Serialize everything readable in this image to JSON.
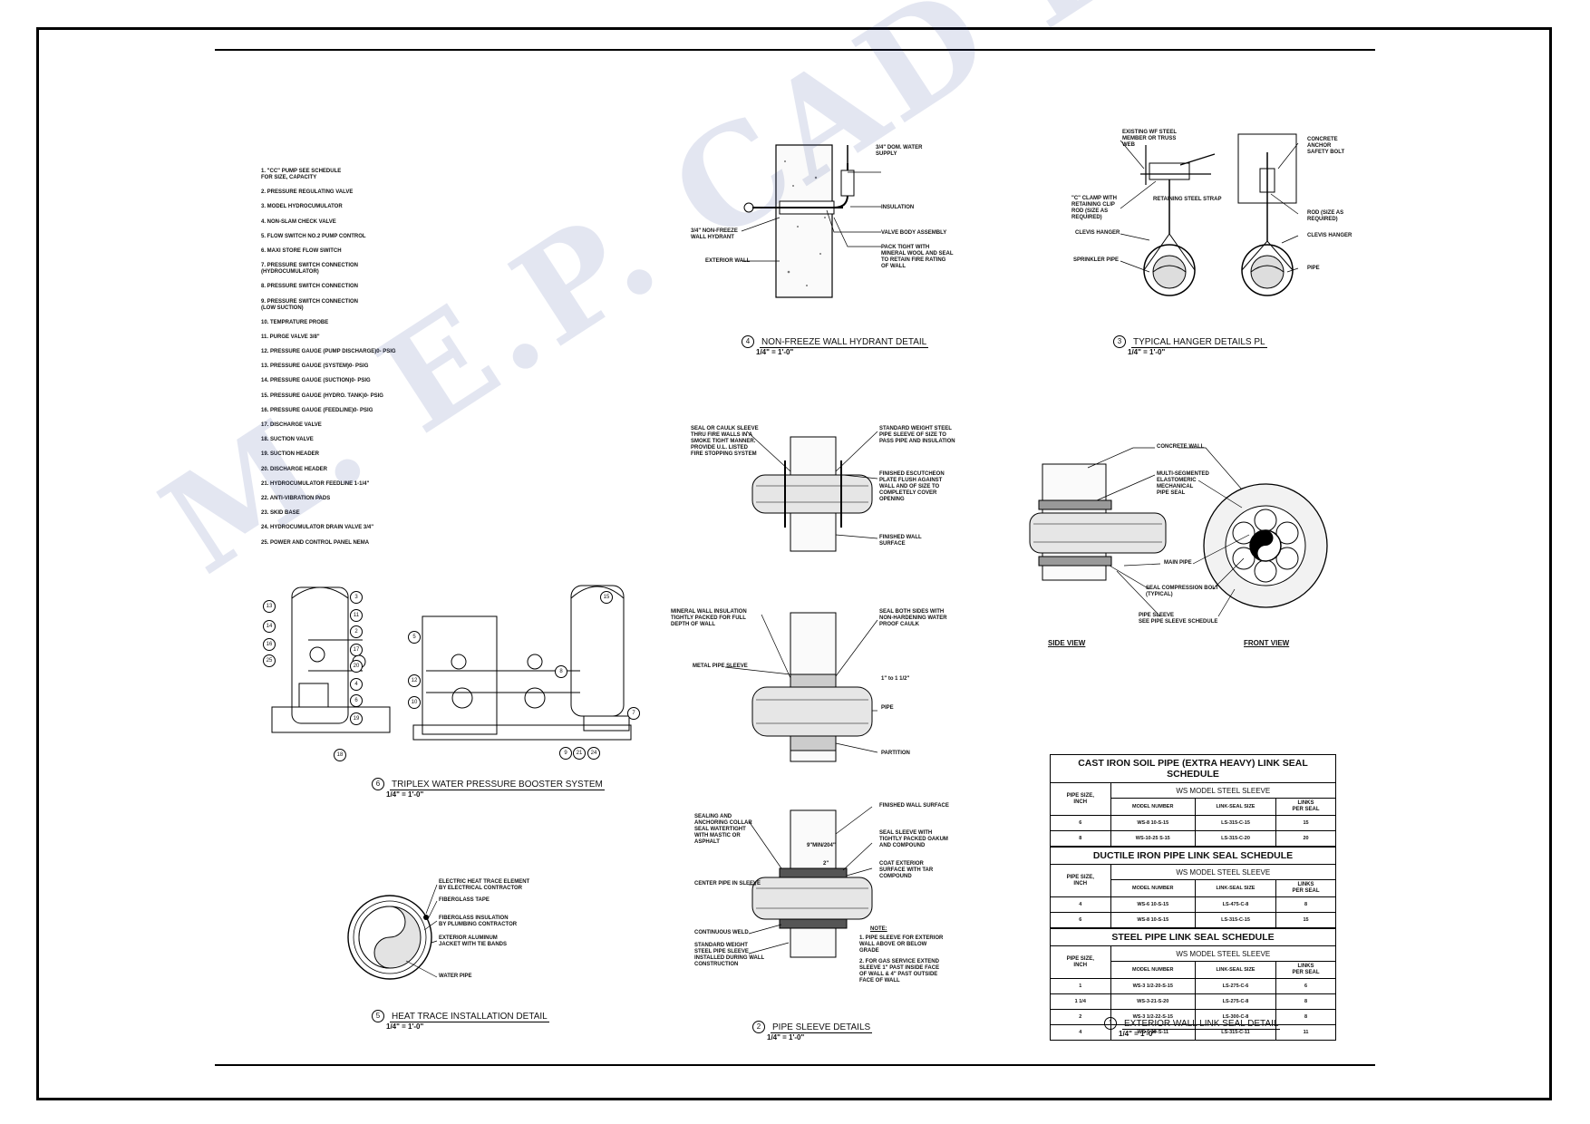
{
  "watermark": "M. E.P. CAD DESIGNZ",
  "legend": [
    "1. \"CC\" PUMP SEE SCHEDULE\n    FOR SIZE, CAPACITY",
    "2. PRESSURE REGULATING VALVE",
    "3. MODEL  HYDROCUMULATOR",
    "4. NON-SLAM CHECK VALVE",
    "5. FLOW SWITCH NO.2 PUMP CONTROL",
    "6. MAXI STORE FLOW SWITCH",
    "7. PRESSURE SWITCH CONNECTION\n    (HYDROCUMULATOR)",
    "8. PRESSURE SWITCH CONNECTION",
    "9. PRESSURE SWITCH CONNECTION\n    (LOW SUCTION)",
    "10. TEMPRATURE PROBE",
    "11. PURGE VALVE 3/8\"",
    "12. PRESSURE GAUGE (PUMP DISCHARGE)0-   PSIG",
    "13. PRESSURE GAUGE (SYSTEM)0-   PSIG",
    "14. PRESSURE GAUGE (SUCTION)0-   PSIG",
    "15. PRESSURE GAUGE (HYDRO. TANK)0-   PSIG",
    "16. PRESSURE GAUGE (FEEDLINE)0-   PSIG",
    "17. DISCHARGE VALVE",
    "18. SUCTION VALVE",
    "19. SUCTION HEADER",
    "20. DISCHARGE HEADER",
    "21. HYDROCUMULATOR FEEDLINE 1-1/4\"",
    "22. ANTI-VIBRATION PADS",
    "23. SKID BASE",
    "24. HYDROCUMULATOR DRAIN VALVE 3/4\"",
    "25. POWER AND CONTROL PANEL NEMA"
  ],
  "details": {
    "d1": {
      "num": "1",
      "title": "EXTERIOR WALL LINK SEAL DETAIL",
      "scale": "1/4\" = 1'-0\""
    },
    "d2": {
      "num": "2",
      "title": "PIPE SLEEVE DETAILS",
      "scale": "1/4\" = 1'-0\""
    },
    "d3": {
      "num": "3",
      "title": "TYPICAL HANGER DETAILS PL",
      "scale": "1/4\" = 1'-0\""
    },
    "d4": {
      "num": "4",
      "title": "NON-FREEZE WALL HYDRANT DETAIL",
      "scale": "1/4\" = 1'-0\""
    },
    "d5": {
      "num": "5",
      "title": "HEAT TRACE INSTALLATION DETAIL",
      "scale": "1/4\" = 1'-0\""
    },
    "d6": {
      "num": "6",
      "title": "TRIPLEX WATER PRESSURE BOOSTER SYSTEM",
      "scale": "1/4\" = 1'-0\""
    }
  },
  "hydrant": {
    "dom_water": "3/4\" DOM. WATER\nSUPPLY",
    "insulation": "INSULATION",
    "valve_body": "VALVE BODY ASSEMBLY",
    "pack_tight": "PACK TIGHT WITH\nMINERAL WOOL AND SEAL\nTO RETAIN FIRE RATING\nOF WALL",
    "non_freeze": "3/4\" NON-FREEZE\nWALL HYDRANT",
    "exterior_wall": "EXTERIOR WALL"
  },
  "hanger": {
    "existing_wf": "EXISTING WF STEEL\nMEMBER OR TRUSS\nWEB",
    "c_clamp": "\"C\" CLAMP WITH\nRETAINING CLIP\nROD (SIZE AS\nREQUIRED)",
    "retaining_strap": "RETAINING STEEL STRAP",
    "clevis1": "CLEVIS HANGER",
    "sprinkler_pipe": "SPRINKLER PIPE",
    "concrete_anchor": "CONCRETE\nANCHOR\nSAFETY BOLT",
    "rod": "ROD (SIZE AS\nREQUIRED)",
    "clevis2": "CLEVIS HANGER",
    "pipe": "PIPE"
  },
  "sleeve_top": {
    "seal_caulk": "SEAL OR CAULK SLEEVE\nTHRU FIRE WALLS IN A\nSMOKE TIGHT MANNER.\nPROVIDE U.L. LISTED\nFIRE STOPPING SYSTEM",
    "standard_weight": "STANDARD WEIGHT STEEL\nPIPE SLEEVE OF SIZE TO\nPASS PIPE AND INSULATION",
    "escutcheon": "FINISHED ESCUTCHEON\nPLATE FLUSH AGAINST\nWALL AND OF SIZE TO\nCOMPLETELY COVER\nOPENING",
    "finished_wall": "FINISHED WALL\nSURFACE"
  },
  "sleeve_mid": {
    "mineral_wool": "MINERAL WALL INSULATION\nTIGHTLY PACKED FOR FULL\nDEPTH OF WALL",
    "seal_both": "SEAL BOTH SIDES WITH\nNON-HARDENING WATER\nPROOF CAULK",
    "metal_sleeve": "METAL PIPE SLEEVE",
    "clearance": "1\" to 1 1/2\"",
    "pipe": "PIPE",
    "partition": "PARTITION"
  },
  "sleeve_bot": {
    "sealing": "SEALING AND\nANCHORING COLLAR\nSEAL WATERTIGHT\nWITH MASTIC OR\nASPHALT",
    "finished_wall": "FINISHED WALL SURFACE",
    "seal_sleeve": "SEAL SLEEVE WITH\nTIGHTLY PACKED OAKUM\nAND COMPOUND",
    "coat": "COAT EXTERIOR\nSURFACE WITH TAR\nCOMPOUND",
    "center_pipe": "CENTER PIPE IN SLEEVE",
    "weld": "CONTINUOUS WELD",
    "std_weight": "STANDARD WEIGHT\nSTEEL PIPE SLEEVE\nINSTALLED DURING WALL\nCONSTRUCTION",
    "dim1": "9\"MIN/204\"",
    "dim2": "2\"",
    "note_head": "NOTE:",
    "note1": "1.  PIPE SLEEVE FOR EXTERIOR\n     WALL ABOVE OR BELOW\n     GRADE",
    "note2": "2.  FOR GAS SERVICE EXTEND\n     SLEEVE 1\" PAST INSIDE FACE\n     OF WALL & 4\" PAST OUTSIDE\n     FACE OF WALL"
  },
  "link_seal": {
    "concrete_wall": "CONCRETE WALL",
    "multi": "MULTI-SEGMENTED\nELASTOMERIC\nMECHANICAL\nPIPE SEAL",
    "main_pipe": "MAIN PIPE",
    "bolt": "SEAL COMPRESSION BOLT\n(TYPICAL)",
    "pipe_sleeve": "PIPE SLEEVE\nSEE PIPE SLEEVE SCHEDULE",
    "side_view": "SIDE VIEW",
    "front_view": "FRONT VIEW"
  },
  "heat_trace": {
    "element": "ELECTRIC HEAT TRACE ELEMENT\nBY ELECTRICAL CONTRACTOR",
    "tape": "FIBERGLASS TAPE",
    "insul": "FIBERGLASS INSULATION\nBY PLUMBING CONTRACTOR",
    "jacket": "EXTERIOR ALUMINUM\nJACKET WITH TIE BANDS",
    "water_pipe": "WATER PIPE"
  },
  "booster_callouts": [
    "13",
    "14",
    "16",
    "25",
    "3",
    "11",
    "2",
    "17",
    "20",
    "4",
    "6",
    "19",
    "18",
    "5",
    "12",
    "10",
    "8",
    "15",
    "7",
    "9",
    "21",
    "24"
  ],
  "tables": {
    "header_model": "WS MODEL STEEL SLEEVE",
    "col_size": "PIPE SIZE,\nINCH",
    "col_model": "MODEL NUMBER",
    "col_link": "LINK-SEAL SIZE",
    "col_links": "LINKS\nPER SEAL",
    "cast_iron": {
      "title": "CAST IRON SOIL PIPE (EXTRA HEAVY)  LINK SEAL SCHEDULE",
      "rows": [
        [
          "6",
          "WS-8 10-S-15",
          "LS-315-C-15",
          "15"
        ],
        [
          "8",
          "WS-10-25 S-15",
          "LS-315-C-20",
          "20"
        ]
      ]
    },
    "ductile": {
      "title": "DUCTILE IRON PIPE   LINK SEAL SCHEDULE",
      "rows": [
        [
          "4",
          "WS-6 10-S-15",
          "LS-475-C-8",
          "8"
        ],
        [
          "6",
          "WS-8 10-S-15",
          "LS-315-C-15",
          "15"
        ]
      ]
    },
    "steel": {
      "title": "STEEL PIPE   LINK SEAL SCHEDULE",
      "rows": [
        [
          "1",
          "WS-3 1/2-20-S-15",
          "LS-275-C-6",
          "6"
        ],
        [
          "1 1/4",
          "WS-3-21-S-20",
          "LS-275-C-8",
          "8"
        ],
        [
          "2",
          "WS-3 1/2-22-S-15",
          "LS-300-C-8",
          "8"
        ],
        [
          "4",
          "WS-6 10-S-11",
          "LS-315-C-11",
          "11"
        ]
      ]
    }
  }
}
